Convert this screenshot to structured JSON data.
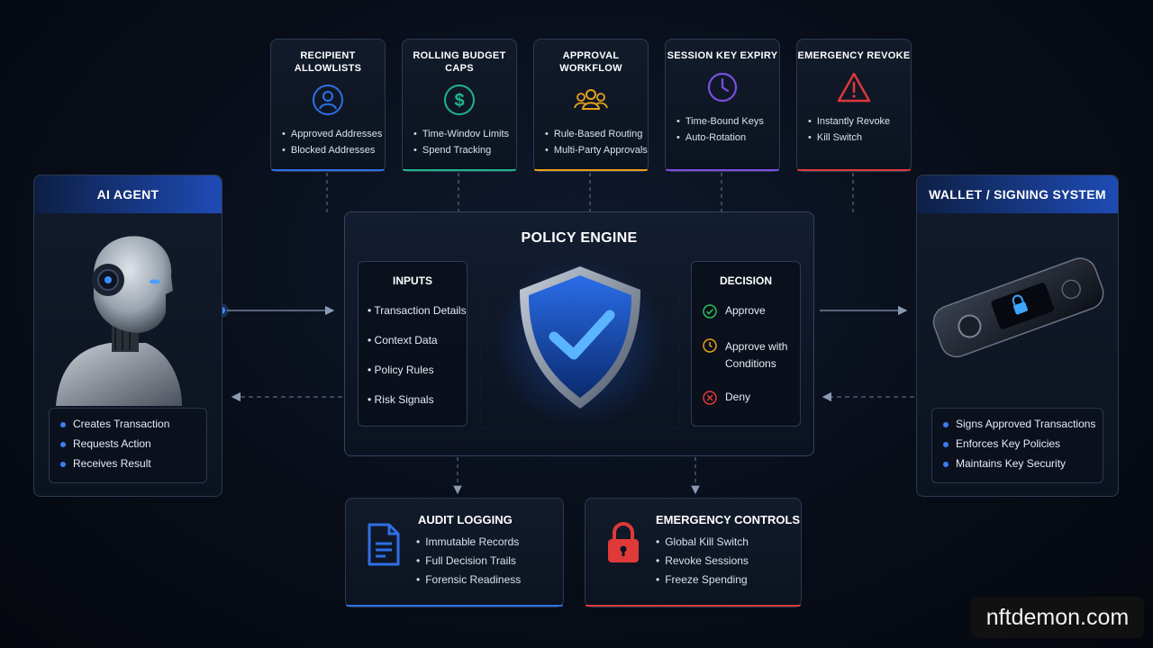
{
  "controls": [
    {
      "title": "RECIPIENT ALLOWLISTS",
      "icon": "person-icon",
      "color": "#2e6fe6",
      "items": [
        "Approved Addresses",
        "Blocked Addresses"
      ]
    },
    {
      "title": "ROLLING BUDGET CAPS",
      "icon": "dollar-icon",
      "color": "#1fb58a",
      "items": [
        "Time-Windov Limits",
        "Spend Tracking"
      ]
    },
    {
      "title": "APPROVAL WORKFLOW",
      "icon": "group-icon",
      "color": "#e8a21a",
      "items": [
        "Rule-Based Routing",
        "Multi-Party Approvals"
      ]
    },
    {
      "title": "SESSION KEY EXPIRY",
      "icon": "clock-icon",
      "color": "#7b4fe0",
      "items": [
        "Time-Bound Keys",
        "Auto-Rotation"
      ]
    },
    {
      "title": "EMERGENCY REVOKE",
      "icon": "warning-icon",
      "color": "#e0393a",
      "items": [
        "Instantly Revoke",
        "Kill Switch"
      ]
    }
  ],
  "agent": {
    "title": "AI AGENT",
    "items": [
      "Creates Transaction",
      "Requests Action",
      "Receives Result"
    ]
  },
  "wallet": {
    "title": "WALLET / SIGNING SYSTEM",
    "items": [
      "Signs Approved Transactions",
      "Enforces Key Policies",
      "Maintains Key Security"
    ]
  },
  "engine": {
    "title": "POLICY ENGINE",
    "inputs": {
      "title": "INPUTS",
      "items": [
        "Transaction Details",
        "Context Data",
        "Policy Rules",
        "Risk Signals"
      ]
    },
    "decision": {
      "title": "DECISION",
      "items": [
        {
          "label": "Approve",
          "icon": "check-circle-icon",
          "color": "#2fbf5a"
        },
        {
          "label": "Approve with Conditions",
          "icon": "clock-icon",
          "color": "#e8a21a"
        },
        {
          "label": "Deny",
          "icon": "x-circle-icon",
          "color": "#e0393a"
        }
      ]
    }
  },
  "audit": {
    "title": "AUDIT LOGGING",
    "color": "#2e6fe6",
    "items": [
      "Immutable Records",
      "Full Decision Trails",
      "Forensic Readiness"
    ]
  },
  "emergency": {
    "title": "EMERGENCY CONTROLS",
    "color": "#e0393a",
    "items": [
      "Global Kill Switch",
      "Revoke Sessions",
      "Freeze Spending"
    ]
  },
  "watermark": "nftdemon.com"
}
